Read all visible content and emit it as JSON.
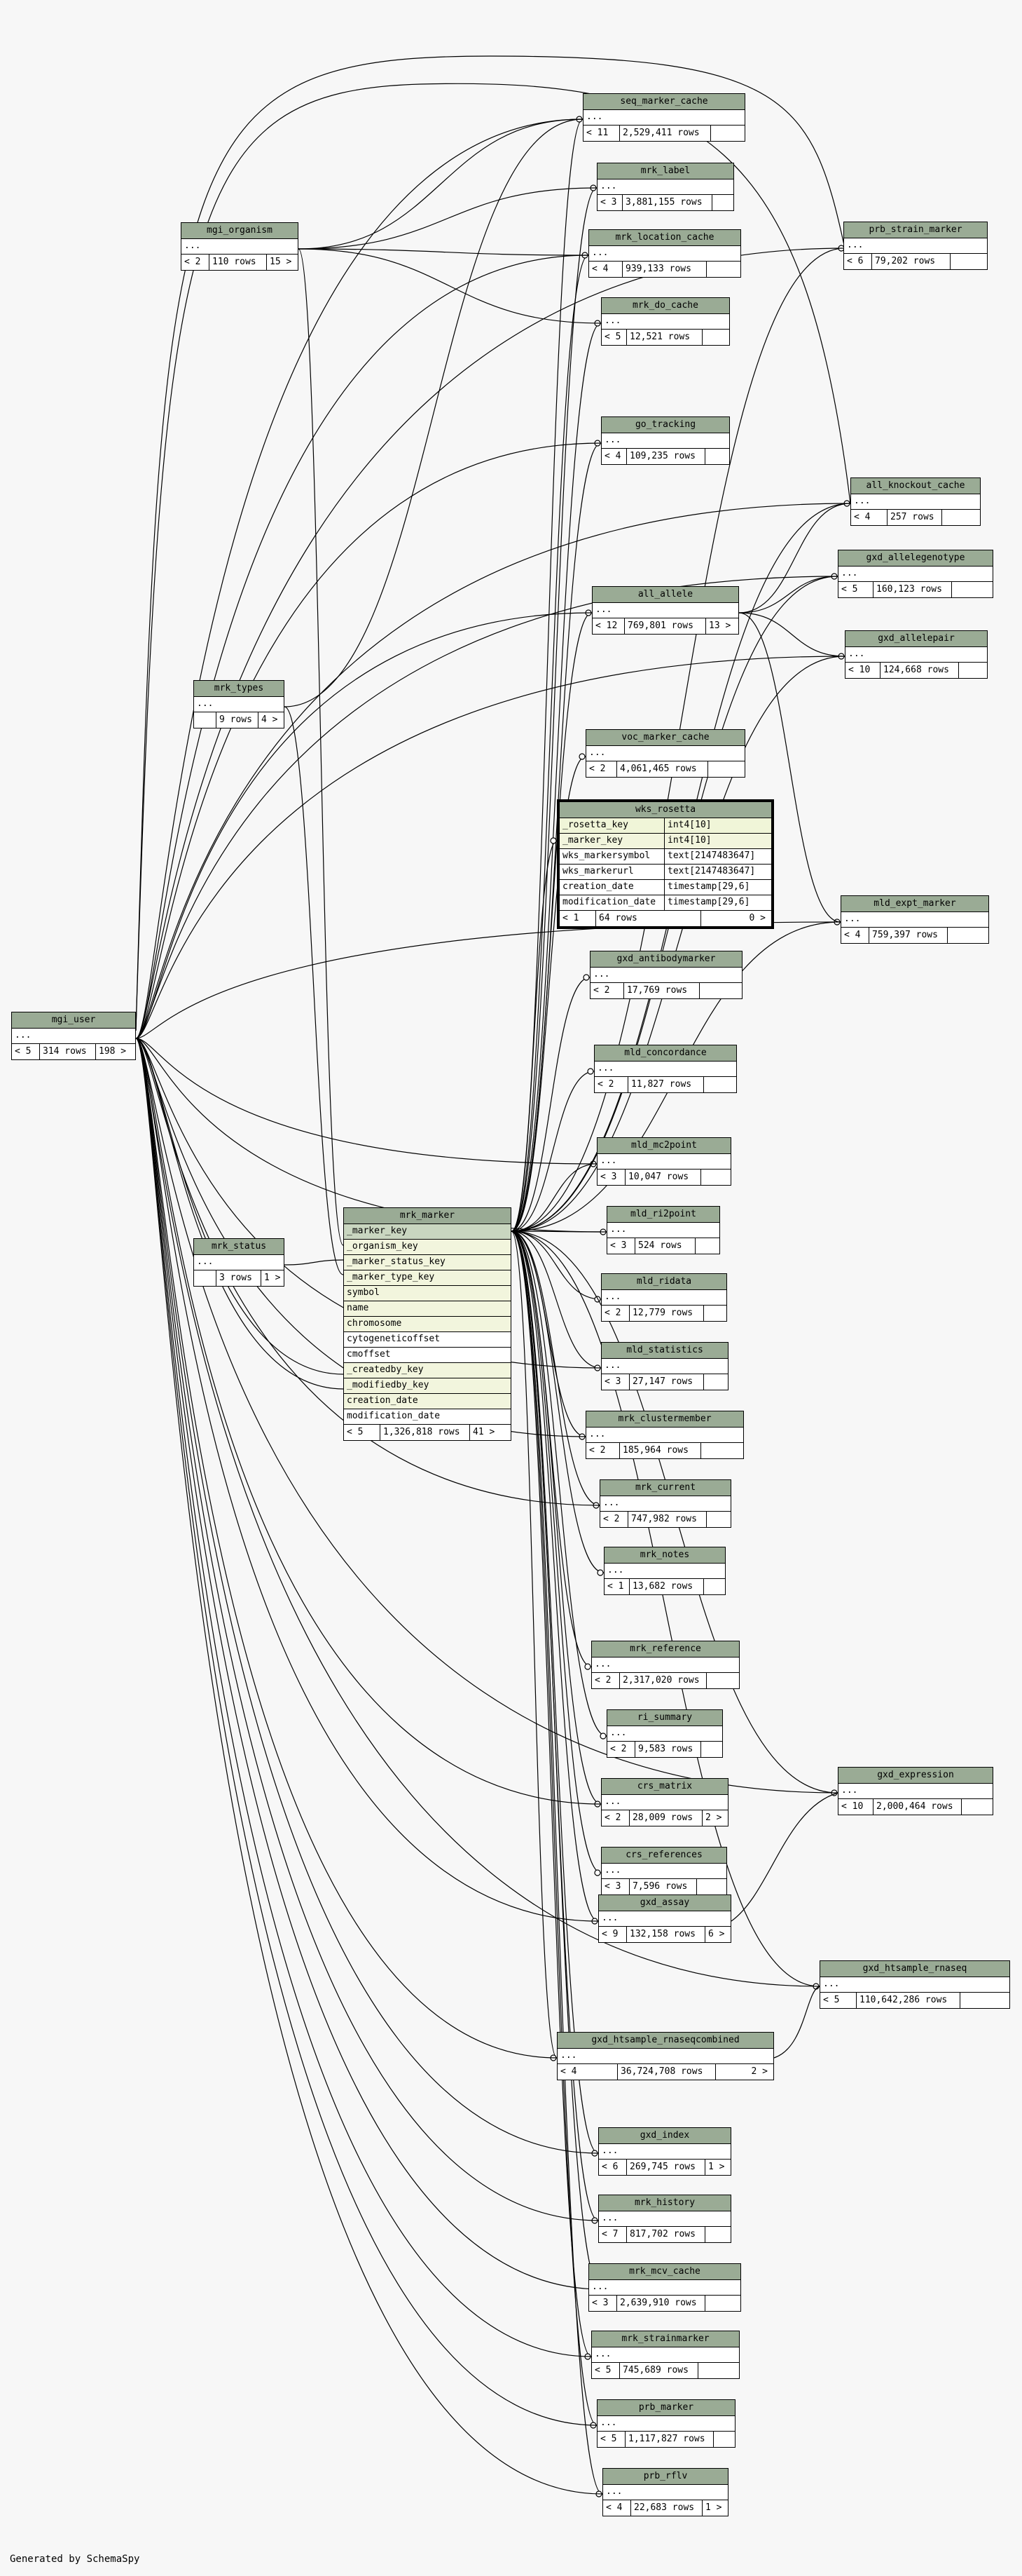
{
  "footer": "Generated by SchemaSpy",
  "tables": {
    "seq_marker_cache": {
      "name": "seq_marker_cache",
      "rows": [
        "..."
      ],
      "footer": [
        "< 11",
        "2,529,411 rows",
        ""
      ]
    },
    "mrk_label": {
      "name": "mrk_label",
      "rows": [
        "..."
      ],
      "footer": [
        "< 3",
        "3,881,155 rows",
        ""
      ]
    },
    "mrk_location_cache": {
      "name": "mrk_location_cache",
      "rows": [
        "..."
      ],
      "footer": [
        "< 4",
        "939,133 rows",
        ""
      ]
    },
    "mrk_do_cache": {
      "name": "mrk_do_cache",
      "rows": [
        "..."
      ],
      "footer": [
        "< 5",
        "12,521 rows",
        ""
      ]
    },
    "go_tracking": {
      "name": "go_tracking",
      "rows": [
        "..."
      ],
      "footer": [
        "< 4",
        "109,235 rows",
        ""
      ]
    },
    "all_allele": {
      "name": "all_allele",
      "rows": [
        "..."
      ],
      "footer": [
        "< 12",
        "769,801 rows",
        "13 >"
      ]
    },
    "voc_marker_cache": {
      "name": "voc_marker_cache",
      "rows": [
        "..."
      ],
      "footer": [
        "< 2",
        "4,061,465 rows",
        ""
      ]
    },
    "gxd_antibodymarker": {
      "name": "gxd_antibodymarker",
      "rows": [
        "..."
      ],
      "footer": [
        "< 2",
        "17,769 rows",
        ""
      ]
    },
    "mld_concordance": {
      "name": "mld_concordance",
      "rows": [
        "..."
      ],
      "footer": [
        "< 2",
        "11,827 rows",
        ""
      ]
    },
    "mld_mc2point": {
      "name": "mld_mc2point",
      "rows": [
        "..."
      ],
      "footer": [
        "< 3",
        "10,047 rows",
        ""
      ]
    },
    "mld_ri2point": {
      "name": "mld_ri2point",
      "rows": [
        "..."
      ],
      "footer": [
        "< 3",
        "524 rows",
        ""
      ]
    },
    "mld_ridata": {
      "name": "mld_ridata",
      "rows": [
        "..."
      ],
      "footer": [
        "< 2",
        "12,779 rows",
        ""
      ]
    },
    "mld_statistics": {
      "name": "mld_statistics",
      "rows": [
        "..."
      ],
      "footer": [
        "< 3",
        "27,147 rows",
        ""
      ]
    },
    "mrk_clustermember": {
      "name": "mrk_clustermember",
      "rows": [
        "..."
      ],
      "footer": [
        "< 2",
        "185,964 rows",
        ""
      ]
    },
    "mrk_current": {
      "name": "mrk_current",
      "rows": [
        "..."
      ],
      "footer": [
        "< 2",
        "747,982 rows",
        ""
      ]
    },
    "mrk_notes": {
      "name": "mrk_notes",
      "rows": [
        "..."
      ],
      "footer": [
        "< 1",
        "13,682 rows",
        ""
      ]
    },
    "mrk_reference": {
      "name": "mrk_reference",
      "rows": [
        "..."
      ],
      "footer": [
        "< 2",
        "2,317,020 rows",
        ""
      ]
    },
    "ri_summary": {
      "name": "ri_summary",
      "rows": [
        "..."
      ],
      "footer": [
        "< 2",
        "9,583 rows",
        ""
      ]
    },
    "crs_matrix": {
      "name": "crs_matrix",
      "rows": [
        "..."
      ],
      "footer": [
        "< 2",
        "28,009 rows",
        "2 >"
      ]
    },
    "crs_references": {
      "name": "crs_references",
      "rows": [
        "..."
      ],
      "footer": [
        "< 3",
        "7,596 rows",
        ""
      ]
    },
    "gxd_assay": {
      "name": "gxd_assay",
      "rows": [
        "..."
      ],
      "footer": [
        "< 9",
        "132,158 rows",
        "6 >"
      ]
    },
    "gxd_htsample_rnaseqcombined": {
      "name": "gxd_htsample_rnaseqcombined",
      "rows": [
        "..."
      ],
      "footer": [
        "< 4",
        "36,724,708 rows",
        "2 >"
      ]
    },
    "gxd_index": {
      "name": "gxd_index",
      "rows": [
        "..."
      ],
      "footer": [
        "< 6",
        "269,745 rows",
        "1 >"
      ]
    },
    "mrk_history": {
      "name": "mrk_history",
      "rows": [
        "..."
      ],
      "footer": [
        "< 7",
        "817,702 rows",
        ""
      ]
    },
    "mrk_mcv_cache": {
      "name": "mrk_mcv_cache",
      "rows": [
        "..."
      ],
      "footer": [
        "< 3",
        "2,639,910 rows",
        ""
      ]
    },
    "mrk_strainmarker": {
      "name": "mrk_strainmarker",
      "rows": [
        "..."
      ],
      "footer": [
        "< 5",
        "745,689 rows",
        ""
      ]
    },
    "prb_marker": {
      "name": "prb_marker",
      "rows": [
        "..."
      ],
      "footer": [
        "< 5",
        "1,117,827 rows",
        ""
      ]
    },
    "prb_rflv": {
      "name": "prb_rflv",
      "rows": [
        "..."
      ],
      "footer": [
        "< 4",
        "22,683 rows",
        "1 >"
      ]
    },
    "mgi_organism": {
      "name": "mgi_organism",
      "rows": [
        "..."
      ],
      "footer": [
        "< 2",
        "110 rows",
        "15 >"
      ]
    },
    "mrk_types": {
      "name": "mrk_types",
      "rows": [
        "..."
      ],
      "footer": [
        "",
        "9 rows",
        "4 >"
      ]
    },
    "mrk_status": {
      "name": "mrk_status",
      "rows": [
        "..."
      ],
      "footer": [
        "",
        "3 rows",
        "1 >"
      ]
    },
    "mgi_user": {
      "name": "mgi_user",
      "rows": [
        "..."
      ],
      "footer": [
        "< 5",
        "314 rows",
        "198 >"
      ]
    },
    "prb_strain_marker": {
      "name": "prb_strain_marker",
      "rows": [
        "..."
      ],
      "footer": [
        "< 6",
        "79,202 rows",
        ""
      ]
    },
    "all_knockout_cache": {
      "name": "all_knockout_cache",
      "rows": [
        "..."
      ],
      "footer": [
        "< 4",
        "257 rows",
        ""
      ]
    },
    "gxd_allelegenotype": {
      "name": "gxd_allelegenotype",
      "rows": [
        "..."
      ],
      "footer": [
        "< 5",
        "160,123 rows",
        ""
      ]
    },
    "gxd_allelepair": {
      "name": "gxd_allelepair",
      "rows": [
        "..."
      ],
      "footer": [
        "< 10",
        "124,668 rows",
        ""
      ]
    },
    "mld_expt_marker": {
      "name": "mld_expt_marker",
      "rows": [
        "..."
      ],
      "footer": [
        "< 4",
        "759,397 rows",
        ""
      ]
    },
    "gxd_expression": {
      "name": "gxd_expression",
      "rows": [
        "..."
      ],
      "footer": [
        "< 10",
        "2,000,464 rows",
        ""
      ]
    },
    "gxd_htsample_rnaseq": {
      "name": "gxd_htsample_rnaseq",
      "rows": [
        "..."
      ],
      "footer": [
        "< 5",
        "110,642,286 rows",
        ""
      ]
    }
  },
  "mrk_marker": {
    "name": "mrk_marker",
    "columns": [
      "_marker_key",
      "_organism_key",
      "_marker_status_key",
      "_marker_type_key",
      "symbol",
      "name",
      "chromosome",
      "cytogeneticoffset",
      "cmoffset",
      "_createdby_key",
      "_modifiedby_key",
      "creation_date",
      "modification_date"
    ],
    "footer": [
      "< 5",
      "1,326,818 rows",
      "41 >"
    ]
  },
  "wks_rosetta": {
    "name": "wks_rosetta",
    "columns": [
      {
        "name": "_rosetta_key",
        "type": "int4[10]"
      },
      {
        "name": "_marker_key",
        "type": "int4[10]"
      },
      {
        "name": "wks_markersymbol",
        "type": "text[2147483647]"
      },
      {
        "name": "wks_markerurl",
        "type": "text[2147483647]"
      },
      {
        "name": "creation_date",
        "type": "timestamp[29,6]"
      },
      {
        "name": "modification_date",
        "type": "timestamp[29,6]"
      }
    ],
    "footer": [
      "< 1",
      "64 rows",
      "0 >"
    ]
  }
}
